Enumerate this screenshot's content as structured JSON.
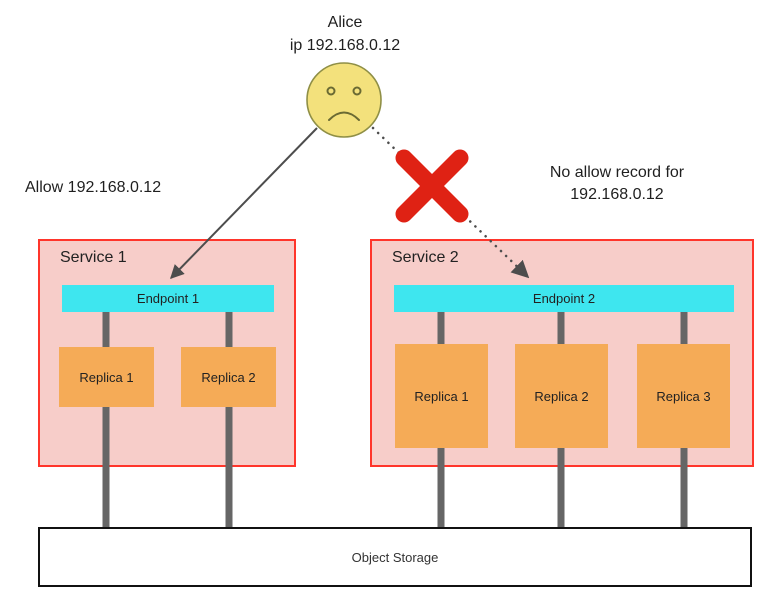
{
  "diagram": {
    "actor": {
      "name": "Alice",
      "ip_line": "ip 192.168.0.12"
    },
    "labels": {
      "allow": "Allow 192.168.0.12",
      "no_allow_line1": "No allow record for",
      "no_allow_line2": "192.168.0.12"
    },
    "services": [
      {
        "title": "Service 1",
        "endpoint": "Endpoint 1",
        "replicas": [
          "Replica 1",
          "Replica 2"
        ]
      },
      {
        "title": "Service 2",
        "endpoint": "Endpoint 2",
        "replicas": [
          "Replica 1",
          "Replica 2",
          "Replica 3"
        ]
      }
    ],
    "storage": {
      "label": "Object Storage"
    },
    "colors": {
      "service_fill": "#f7cdc9",
      "service_border": "#ff352b",
      "endpoint_fill": "#3ee6ef",
      "replica_fill": "#f5ab57",
      "line_gray": "#666666",
      "face_fill": "#f3e17c",
      "face_stroke": "#8f8f46",
      "cross_red": "#df2214",
      "arrow": "#4d4d4d"
    }
  }
}
